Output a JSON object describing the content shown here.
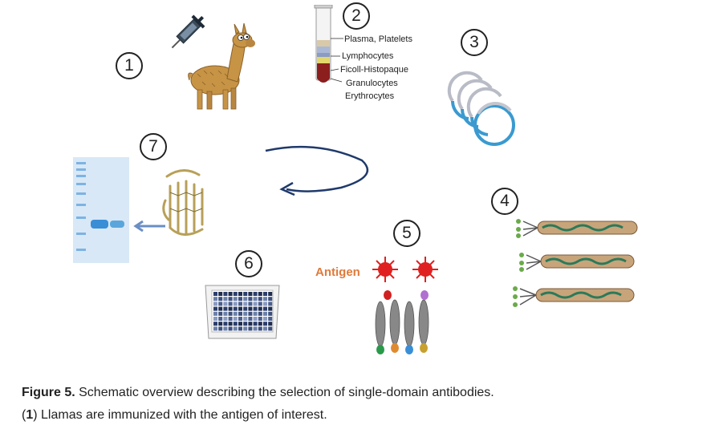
{
  "steps": {
    "s1": "1",
    "s2": "2",
    "s3": "3",
    "s4": "4",
    "s5": "5",
    "s6": "6",
    "s7": "7"
  },
  "tube_labels": {
    "plasma": "Plasma, Platelets",
    "lymph": "Lymphocytes",
    "ficoll": "Ficoll-Histopaque",
    "gran": "Granulocytes",
    "eryth": "Erythrocytes"
  },
  "antigen_label": "Antigen",
  "caption": {
    "fig_label": "Figure 5.",
    "fig_text": " Schematic overview describing the selection of single-domain antibodies.",
    "line2_open": "(",
    "line2_num": "1",
    "line2_text": ") Llamas are immunized with the antigen of interest."
  },
  "colors": {
    "phage_blue": "#3a9ad0",
    "gel_blue": "#5aa6dc",
    "antigen_red": "#e02020",
    "llama_fur": "#c79446"
  }
}
